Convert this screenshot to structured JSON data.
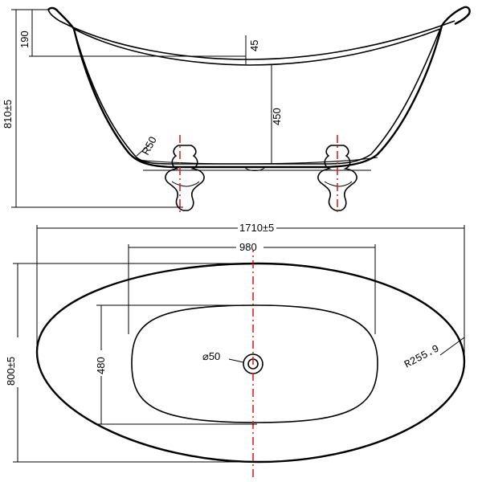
{
  "diagram": {
    "side_view": {
      "dimensions": {
        "rim_height": "190",
        "bottom_thickness": "45",
        "inner_depth": "450",
        "overall_height": "810±5",
        "corner_radius": "R50"
      }
    },
    "top_view": {
      "dimensions": {
        "overall_length": "1710±5",
        "basin_length": "980",
        "overall_width": "800±5",
        "basin_width": "480",
        "drain_diameter": "⌀50",
        "end_radius": "R255.9"
      }
    },
    "colors": {
      "lines": "#000000",
      "center_axis": "#e02020",
      "background": "#ffffff"
    }
  }
}
